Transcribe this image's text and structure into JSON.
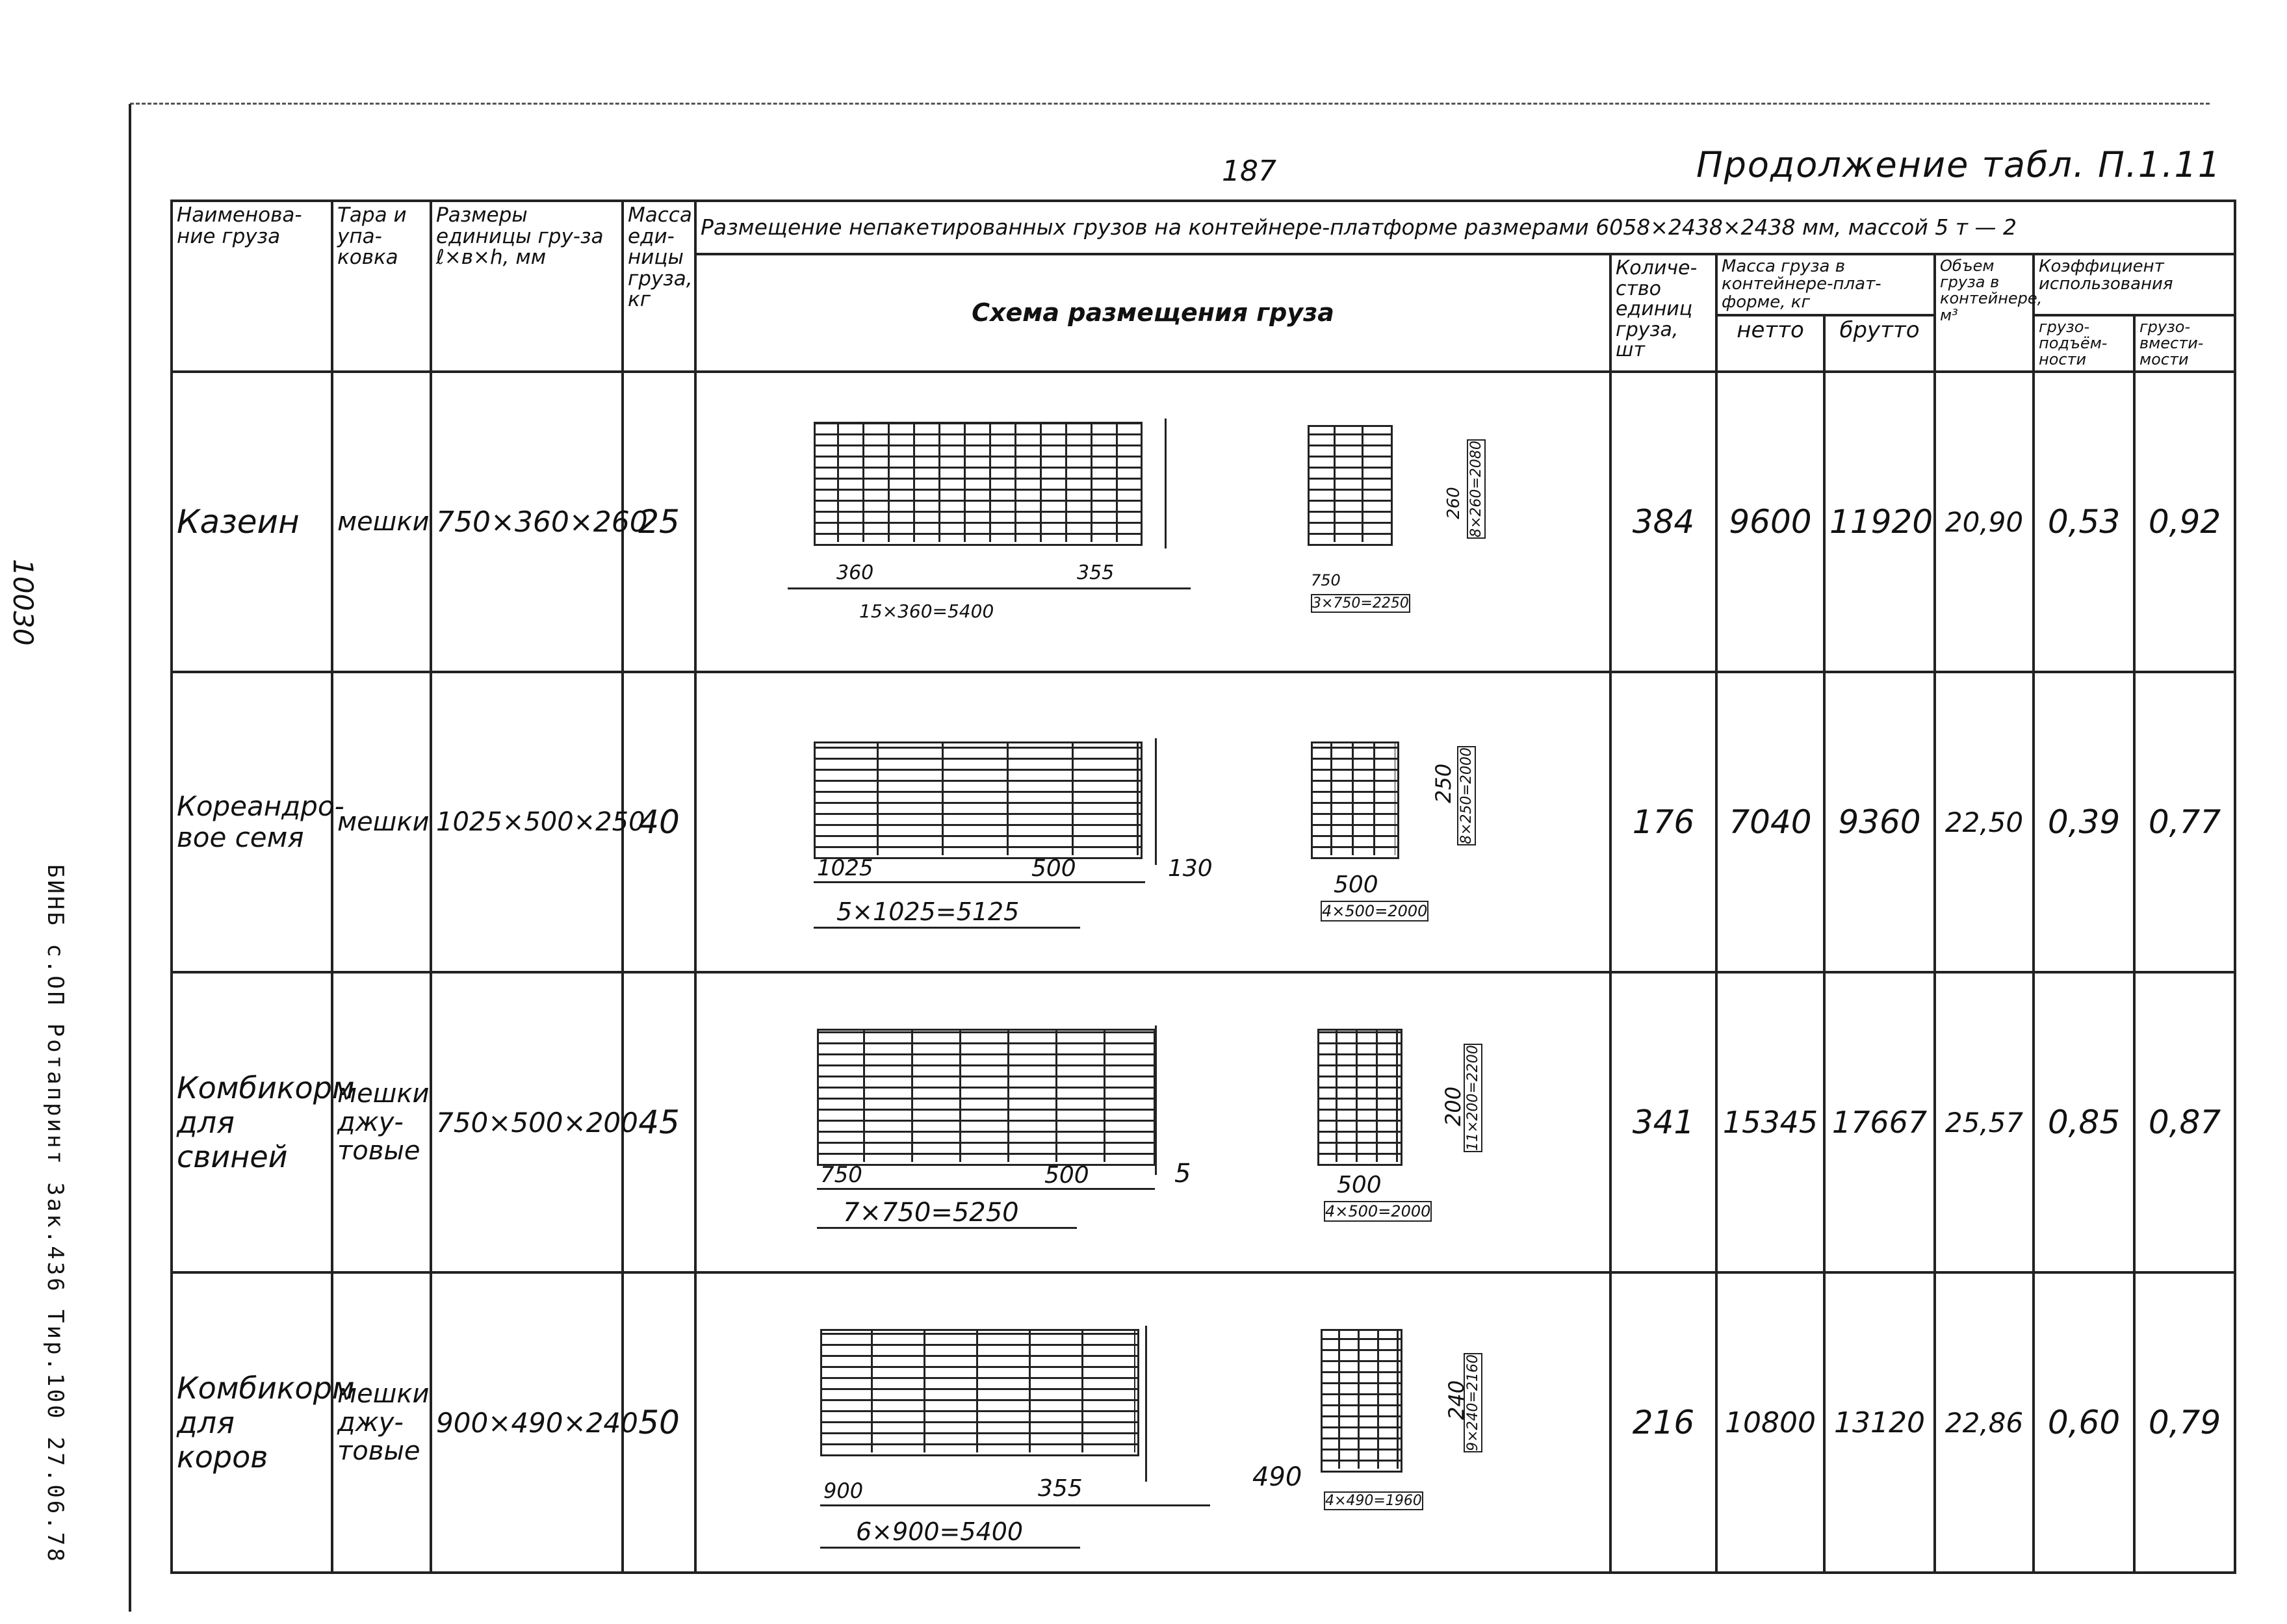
{
  "header": {
    "page_number": "187",
    "continuation": "Продолжение табл. П.1.11"
  },
  "margin": {
    "id": "10030",
    "print_note": "БИНБ с.ОП Ротапринт Зак.436 Тир.100 27.06.78"
  },
  "table": {
    "columns": {
      "name": "Наименова-ние груза",
      "packaging": "Тара и упа-ковка",
      "dimensions": "Размеры единицы гру-за ℓ×в×h, мм",
      "mass": "Масса еди-ницы груза, кг",
      "section_title": "Размещение непакетированных грузов на контейнере-платформе размерами 6058×2438×2438 мм, массой 5 т — 2",
      "scheme": "Схема размещения груза",
      "quantity": "Количе-ство единиц груза, шт",
      "load_mass_group": "Масса груза в контейнере-плат-форме, кг",
      "net": "нетто",
      "gross": "брутто",
      "volume": "Объем груза в контейнере, м³",
      "coef_group": "Коэффициент использования",
      "coef_volume": "грузо-подъём-ности",
      "coef_capacity": "грузо-вмести-мости"
    },
    "rows": [
      {
        "name": "Казеин",
        "packaging": "мешки",
        "dimensions": "750×360×260",
        "mass": "25",
        "quantity": "384",
        "net": "9600",
        "gross": "11920",
        "volume": "20,90",
        "coef_1": "0,53",
        "coef_2": "0,92",
        "scheme": {
          "side_dim_1": "360",
          "side_dim_2": "355",
          "side_total": "15×360=5400",
          "end_height": "260",
          "end_total_height": "8×260=2080",
          "end_width_1": "750",
          "end_width_total": "3×750=2250"
        }
      },
      {
        "name": "Кореандро-вое семя",
        "packaging": "мешки",
        "dimensions": "1025×500×250",
        "mass": "40",
        "quantity": "176",
        "net": "7040",
        "gross": "9360",
        "volume": "22,50",
        "coef_1": "0,39",
        "coef_2": "0,77",
        "scheme": {
          "side_dim_1": "1025",
          "side_dim_2": "500",
          "side_dim_3": "130",
          "side_total": "5×1025=5125",
          "end_height": "250",
          "end_total_height": "8×250=2000",
          "end_width_1": "500",
          "end_width_total": "4×500=2000"
        }
      },
      {
        "name": "Комбикорм для свиней",
        "packaging": "мешки джу-товые",
        "dimensions": "750×500×200",
        "mass": "45",
        "quantity": "341",
        "net": "15345",
        "gross": "17667",
        "volume": "25,57",
        "coef_1": "0,85",
        "coef_2": "0,87",
        "scheme": {
          "side_dim_1": "750",
          "side_dim_2": "500",
          "side_dim_3": "5",
          "side_total": "7×750=5250",
          "end_height": "200",
          "end_total_height": "11×200=2200",
          "end_width_1": "500",
          "end_width_total": "4×500=2000"
        }
      },
      {
        "name": "Комбикорм для коров",
        "packaging": "мешки джу-товые",
        "dimensions": "900×490×240",
        "mass": "50",
        "quantity": "216",
        "net": "10800",
        "gross": "13120",
        "volume": "22,86",
        "coef_1": "0,60",
        "coef_2": "0,79",
        "scheme": {
          "side_dim_1": "900",
          "side_dim_2": "355",
          "side_dim_3": "490",
          "side_total": "6×900=5400",
          "end_height": "240",
          "end_total_height": "9×240=2160",
          "end_width_total": "4×490=1960"
        }
      }
    ]
  }
}
